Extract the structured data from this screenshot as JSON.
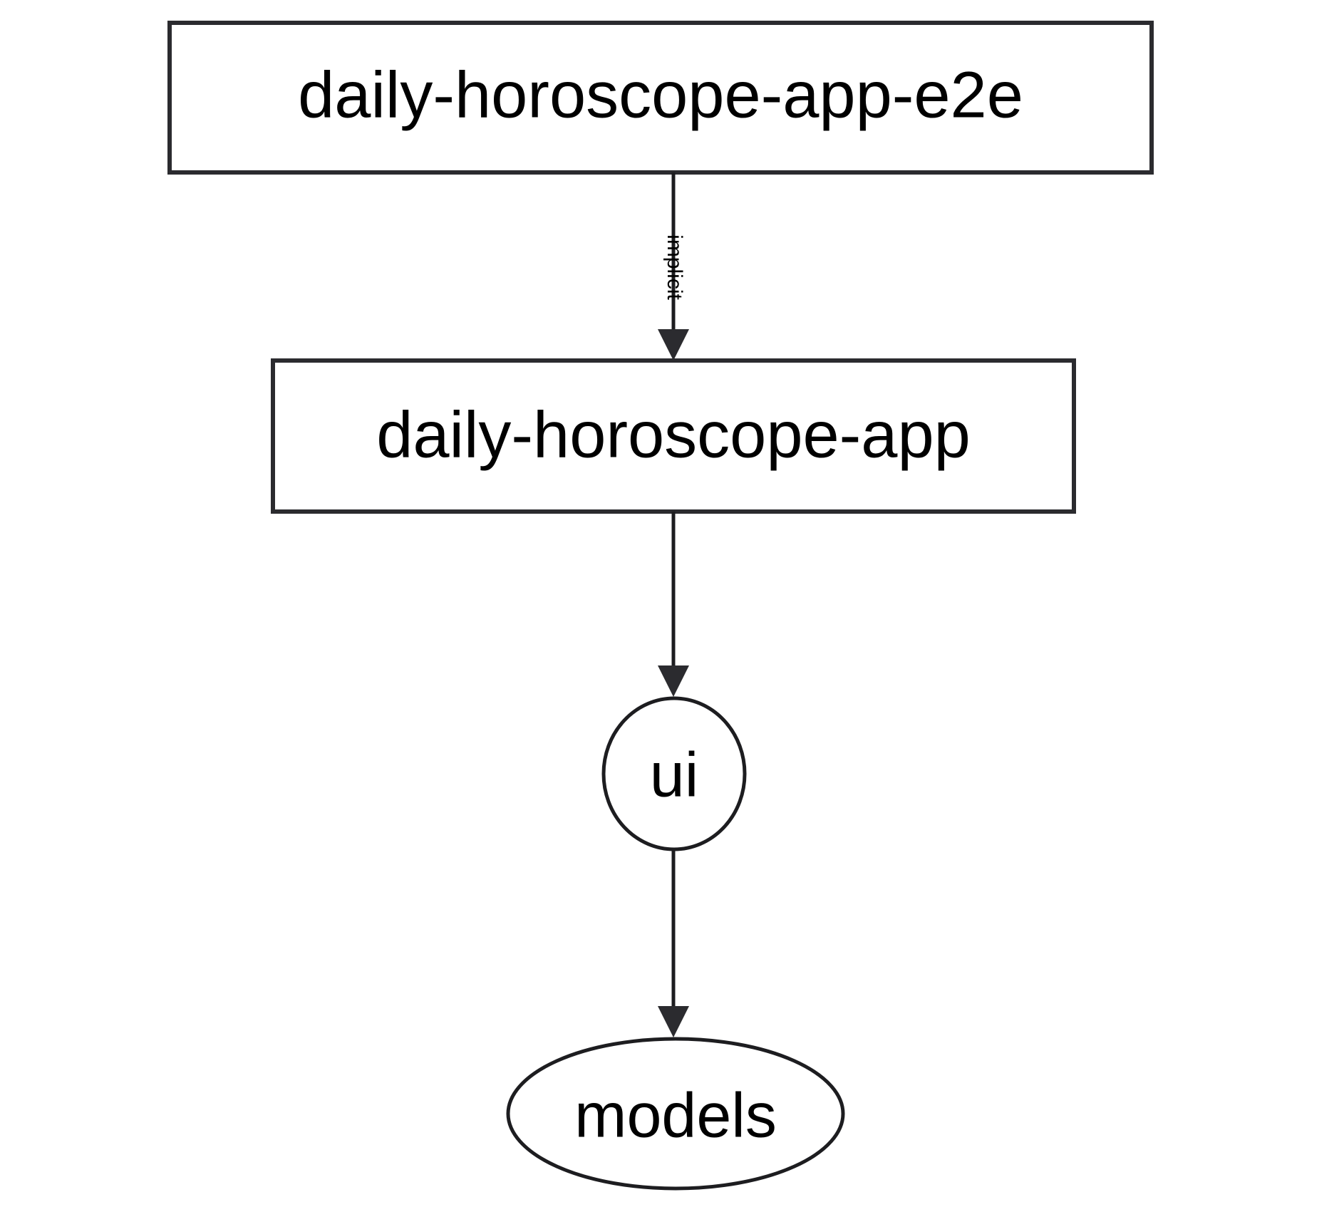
{
  "diagram": {
    "type": "dependency-graph",
    "background_color": "#ffffff",
    "node_border_color": "#2b2b2f",
    "edge_color": "#1d1d20",
    "text_color": "#000000",
    "nodes": [
      {
        "id": "daily-horoscope-app-e2e",
        "label": "daily-horoscope-app-e2e",
        "shape": "box"
      },
      {
        "id": "daily-horoscope-app",
        "label": "daily-horoscope-app",
        "shape": "box"
      },
      {
        "id": "ui",
        "label": "ui",
        "shape": "ellipse"
      },
      {
        "id": "models",
        "label": "models",
        "shape": "ellipse"
      }
    ],
    "edges": [
      {
        "from": "daily-horoscope-app-e2e",
        "to": "daily-horoscope-app",
        "label": "implicit",
        "label_orientation": "vertical"
      },
      {
        "from": "daily-horoscope-app",
        "to": "ui",
        "label": ""
      },
      {
        "from": "ui",
        "to": "models",
        "label": ""
      }
    ]
  }
}
